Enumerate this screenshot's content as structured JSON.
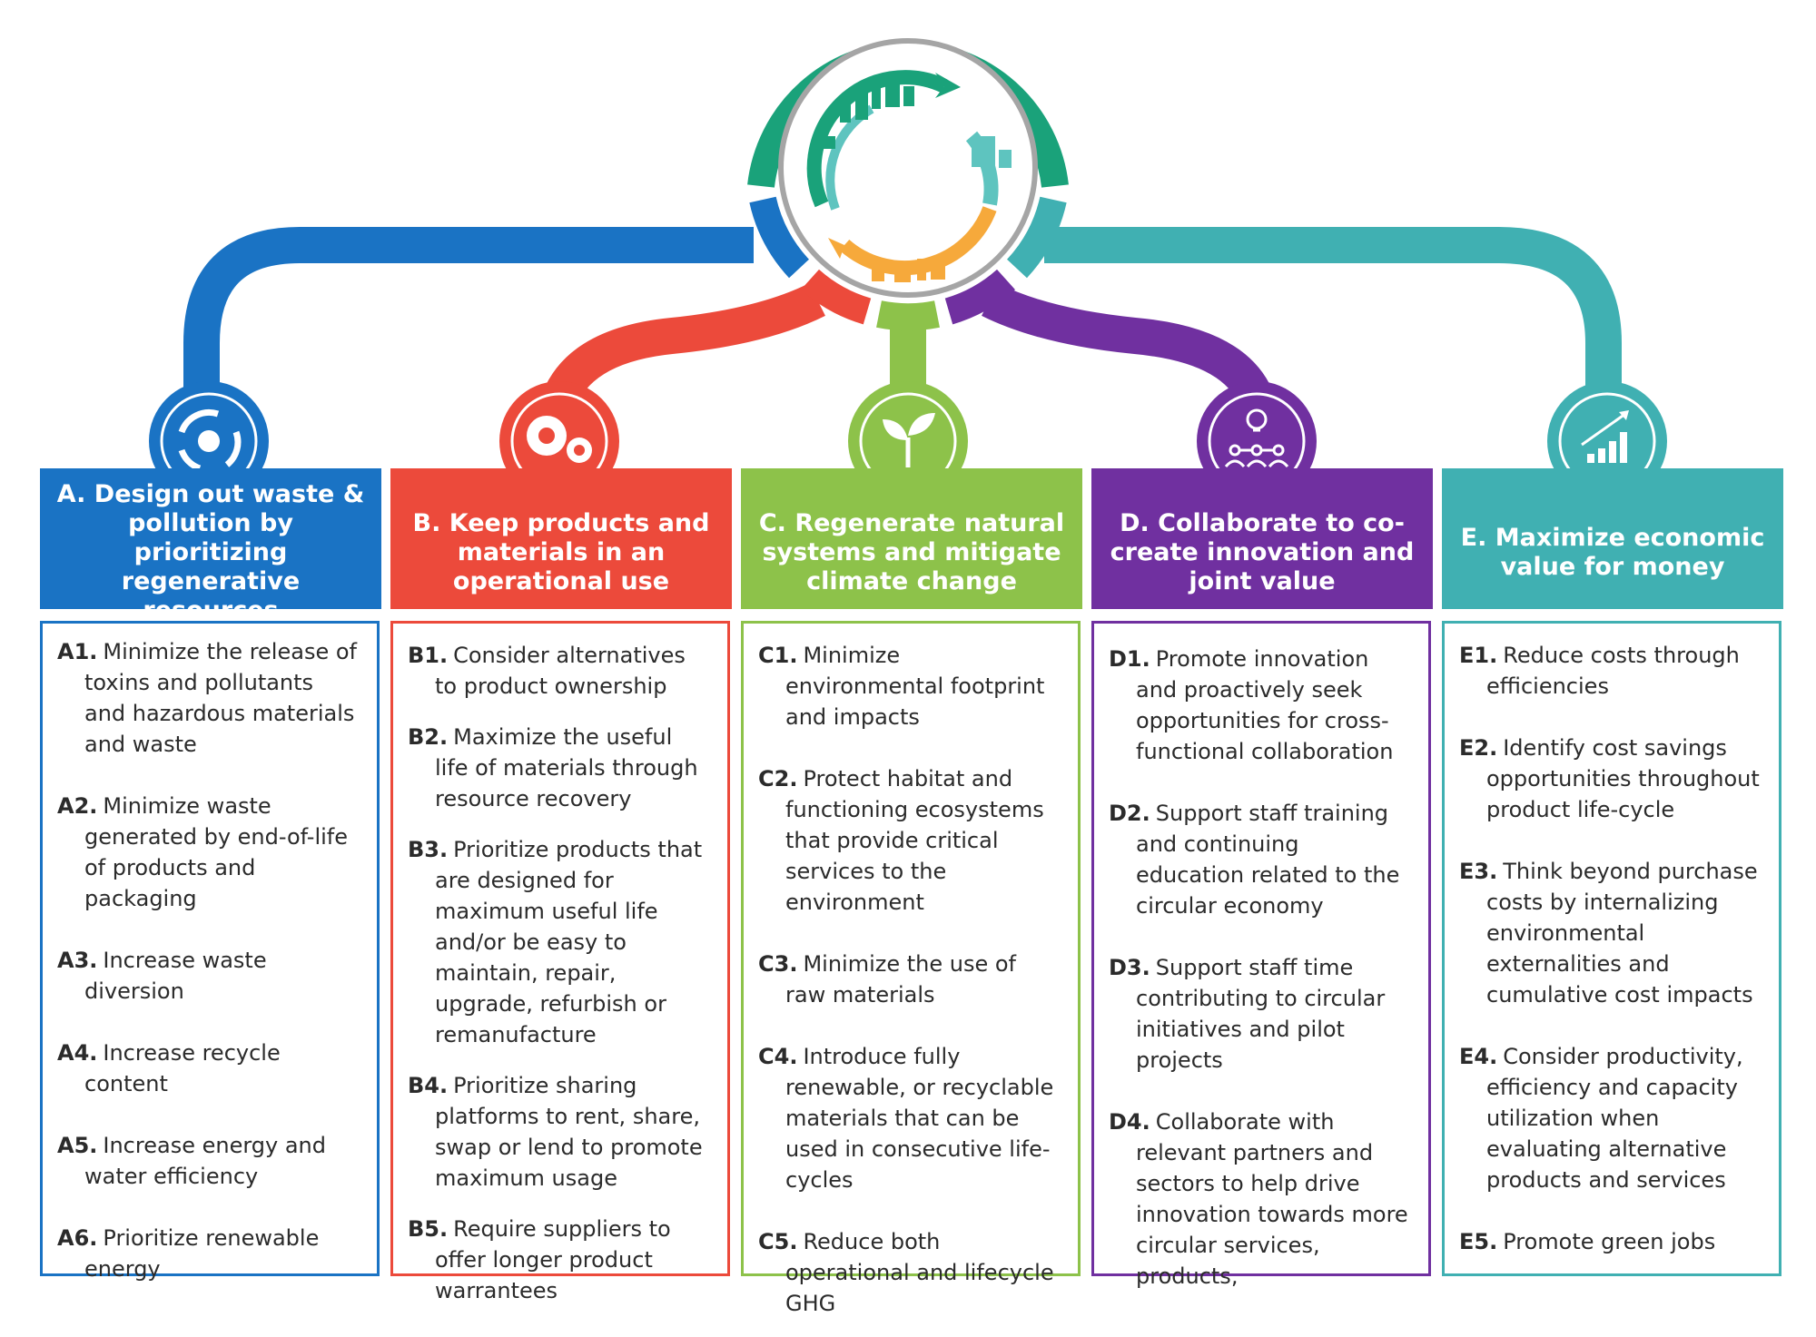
{
  "columns": [
    {
      "id": "A",
      "color": "#1a73c4",
      "icon": "recycle-arrows-icon",
      "title": "A. Design out waste & pollution by prioritizing regenerative resources",
      "items": [
        {
          "code": "A1.",
          "text": "Minimize the release of toxins and pollutants and hazardous materials and waste"
        },
        {
          "code": "A2.",
          "text": "Minimize waste generated by end-of-life of products and packaging"
        },
        {
          "code": "A3.",
          "text": "Increase waste diversion"
        },
        {
          "code": "A4.",
          "text": "Increase recycle content"
        },
        {
          "code": "A5.",
          "text": "Increase energy and water efficiency"
        },
        {
          "code": "A6.",
          "text": "Prioritize renewable energy"
        }
      ]
    },
    {
      "id": "B",
      "color": "#ec4a3b",
      "icon": "gears-icon",
      "title": "B. Keep products and materials in an operational use",
      "items": [
        {
          "code": "B1.",
          "text": "Consider alternatives to product ownership"
        },
        {
          "code": "B2.",
          "text": "Maximize the useful life of materials through resource recovery"
        },
        {
          "code": "B3.",
          "text": "Prioritize products that are designed for maximum useful life and/or be easy to maintain, repair, upgrade, refurbish or remanufacture"
        },
        {
          "code": "B4.",
          "text": "Prioritize sharing platforms to rent, share, swap or lend to promote maximum usage"
        },
        {
          "code": "B5.",
          "text": "Require suppliers to offer longer product warrantees"
        }
      ]
    },
    {
      "id": "C",
      "color": "#8dc24a",
      "icon": "sprout-icon",
      "title": "C. Regenerate natural systems and mitigate climate change",
      "items": [
        {
          "code": "C1.",
          "text": "Minimize environmental footprint and impacts"
        },
        {
          "code": "C2.",
          "text": "Protect habitat and functioning ecosystems that provide critical services to the environment"
        },
        {
          "code": "C3.",
          "text": "Minimize the use of raw materials"
        },
        {
          "code": "C4.",
          "text": "Introduce fully renewable, or recyclable materials that can be used in consecutive life-cycles"
        },
        {
          "code": "C5.",
          "text": "Reduce both operational and lifecycle GHG"
        }
      ]
    },
    {
      "id": "D",
      "color": "#7030a0",
      "icon": "collaboration-lightbulb-icon",
      "title": "D. Collaborate to co-create innovation and joint value",
      "items": [
        {
          "code": "D1.",
          "text": "Promote innovation and proactively seek opportunities for cross-functional collaboration"
        },
        {
          "code": "D2.",
          "text": "Support staff training and continuing education related to the circular economy"
        },
        {
          "code": "D3.",
          "text": "Support staff time contributing to circular initiatives and pilot projects"
        },
        {
          "code": "D4.",
          "text": "Collaborate with relevant partners and sectors to help drive innovation towards more circular services, products,"
        }
      ]
    },
    {
      "id": "E",
      "color": "#40b0b2",
      "icon": "growth-chart-icon",
      "title": "E. Maximize economic value for money",
      "items": [
        {
          "code": "E1.",
          "text": "Reduce costs through efficiencies"
        },
        {
          "code": "E2.",
          "text": "Identify cost savings opportunities throughout product life-cycle"
        },
        {
          "code": "E3.",
          "text": "Think beyond purchase costs by internalizing environmental externalities and cumulative cost impacts"
        },
        {
          "code": "E4.",
          "text": "Consider productivity, efficiency and capacity utilization when evaluating alternative products and services"
        },
        {
          "code": "E5.",
          "text": "Promote green jobs"
        }
      ]
    }
  ],
  "hub": {
    "icon": "circular-economy-city-icon",
    "colors": {
      "green": "#1aa27a",
      "teal": "#5ec4bf",
      "orange": "#f6a93b",
      "gray": "#a5a5a5"
    }
  }
}
